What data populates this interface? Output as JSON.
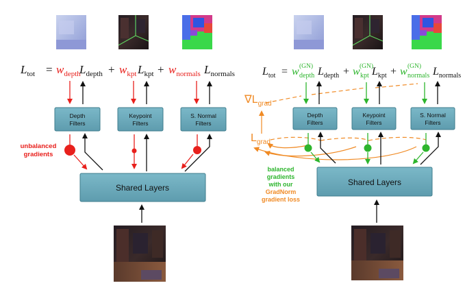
{
  "left_panel": {
    "equation": {
      "lhs": "L",
      "lhs_sub": "tot",
      "equals": "=",
      "w": "w",
      "L": "L",
      "plus": "+",
      "terms": [
        {
          "w_sub": "depth",
          "L_sub": "depth"
        },
        {
          "w_sub": "kpt",
          "L_sub": "kpt"
        },
        {
          "w_sub": "normals",
          "L_sub": "normals"
        }
      ]
    },
    "filters": [
      {
        "line1": "Depth",
        "line2": "Filters"
      },
      {
        "line1": "Keypoint",
        "line2": "Filters"
      },
      {
        "line1": "S. Normal",
        "line2": "Filters"
      }
    ],
    "shared_label": "Shared Layers",
    "annotation": [
      "unbalanced",
      "gradients"
    ]
  },
  "right_panel": {
    "equation": {
      "lhs": "L",
      "lhs_sub": "tot",
      "equals": "=",
      "w": "w",
      "L": "L",
      "plus": "+",
      "sup": "(GN)",
      "terms": [
        {
          "w_sub": "depth",
          "L_sub": "depth"
        },
        {
          "w_sub": "kpt",
          "L_sub": "kpt"
        },
        {
          "w_sub": "normals",
          "L_sub": "normals"
        }
      ]
    },
    "grad_loss_label": {
      "symbol": "∇L",
      "sub": "grad"
    },
    "grad_label": {
      "symbol": "L",
      "sub": "grad"
    },
    "filters": [
      {
        "line1": "Depth",
        "line2": "Filters"
      },
      {
        "line1": "Keypoint",
        "line2": "Filters"
      },
      {
        "line1": "S. Normal",
        "line2": "Filters"
      }
    ],
    "shared_label": "Shared Layers",
    "annotation_green": [
      "balanced",
      "gradients",
      "with our"
    ],
    "annotation_orange": [
      "GradNorm",
      "gradient loss"
    ]
  },
  "colors": {
    "red": "#e8201c",
    "green": "#2db52d",
    "orange": "#f08a24",
    "box_fill": "#6aaabb",
    "box_stroke": "#3f7d8d",
    "black": "#111111"
  }
}
